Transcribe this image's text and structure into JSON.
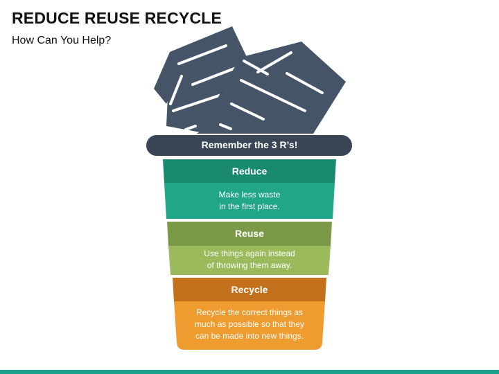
{
  "header": {
    "title": "REDUCE REUSE RECYCLE",
    "subtitle": "How Can You Help?"
  },
  "banner": {
    "label": "Remember the 3 R’s!"
  },
  "sections": [
    {
      "heading": "Reduce",
      "lines": [
        "Make less waste",
        "in the first place."
      ],
      "colors": {
        "header": "#1a8a6e",
        "body": "#21a68a"
      }
    },
    {
      "heading": "Reuse",
      "lines": [
        "Use things again instead",
        "of throwing them away."
      ],
      "colors": {
        "header": "#7b9a47",
        "body": "#9aba5c"
      }
    },
    {
      "heading": "Recycle",
      "lines": [
        "Recycle the correct things as",
        "much as possible so that they",
        "can be made into new things."
      ],
      "colors": {
        "header": "#c2701c",
        "body": "#ee9b2f"
      }
    }
  ],
  "colors": {
    "paper": "#465467",
    "banner": "#3a4556",
    "footer": "#1aa38a"
  }
}
